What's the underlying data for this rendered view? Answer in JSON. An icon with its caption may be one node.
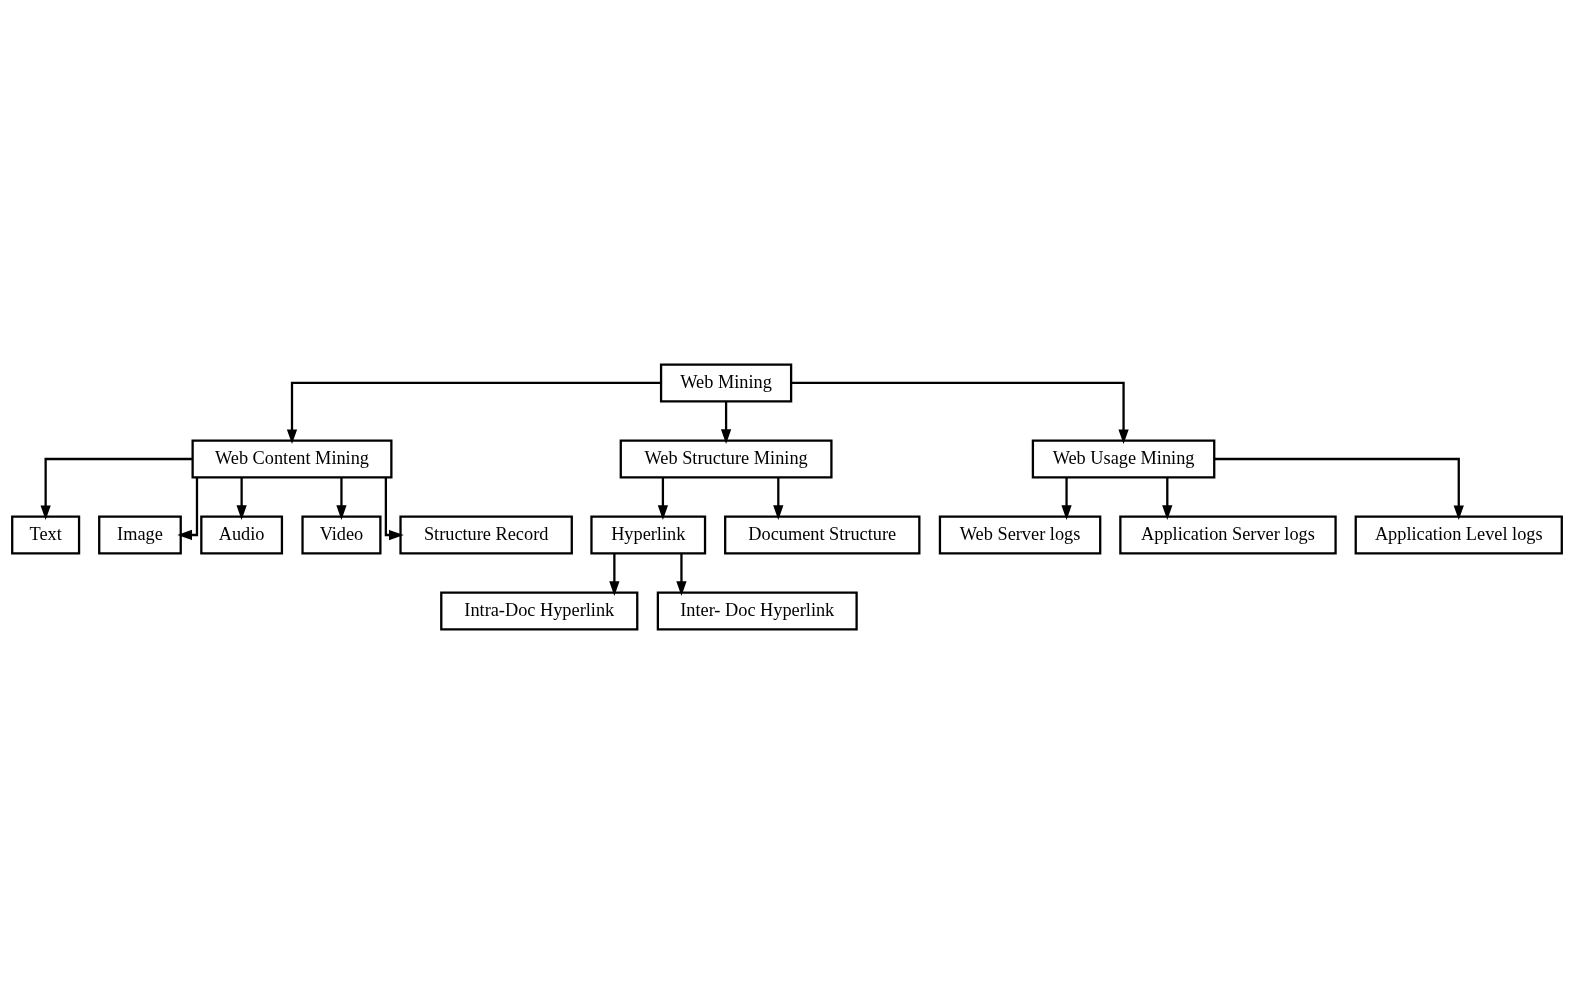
{
  "diagram": {
    "nodes": [
      {
        "text": [
          "Web Mining"
        ]
      },
      {
        "text": [
          "Web Content Mining"
        ]
      },
      {
        "text": [
          "Web Structure Mining"
        ]
      },
      {
        "text": [
          "Web Usage Mining"
        ]
      },
      {
        "text": [
          "Text"
        ]
      },
      {
        "text": [
          "Image"
        ]
      },
      {
        "text": [
          "Audio"
        ]
      },
      {
        "text": [
          "Video"
        ]
      },
      {
        "text": [
          "Structure Record"
        ]
      },
      {
        "text": [
          "Hyperlink"
        ]
      },
      {
        "text": [
          "Document Structure"
        ]
      },
      {
        "text": [
          "Intra-Doc Hyperlink"
        ]
      },
      {
        "text": [
          "Inter- Doc Hyperlink"
        ]
      },
      {
        "text": [
          "Web Server logs"
        ]
      },
      {
        "text": [
          "Application Server logs"
        ]
      },
      {
        "text": [
          "Application Level logs"
        ]
      }
    ],
    "edges": [
      {
        "from": 0,
        "to": 1,
        "arrow": "to"
      },
      {
        "from": 0,
        "to": 2,
        "arrow": "to"
      },
      {
        "from": 0,
        "to": 3,
        "arrow": "to"
      },
      {
        "from": 1,
        "to": 4,
        "arrow": "to"
      },
      {
        "from": 1,
        "to": 5,
        "arrow": "to"
      },
      {
        "from": 1,
        "to": 6,
        "arrow": "to"
      },
      {
        "from": 1,
        "to": 7,
        "arrow": "to"
      },
      {
        "from": 1,
        "to": 8,
        "arrow": "to"
      },
      {
        "from": 2,
        "to": 9,
        "arrow": "to"
      },
      {
        "from": 2,
        "to": 10,
        "arrow": "to"
      },
      {
        "from": 9,
        "to": 11,
        "arrow": "to"
      },
      {
        "from": 9,
        "to": 12,
        "arrow": "to"
      },
      {
        "from": 3,
        "to": 13,
        "arrow": "to"
      },
      {
        "from": 3,
        "to": 14,
        "arrow": "to"
      },
      {
        "from": 3,
        "to": 15,
        "arrow": "to"
      }
    ]
  }
}
